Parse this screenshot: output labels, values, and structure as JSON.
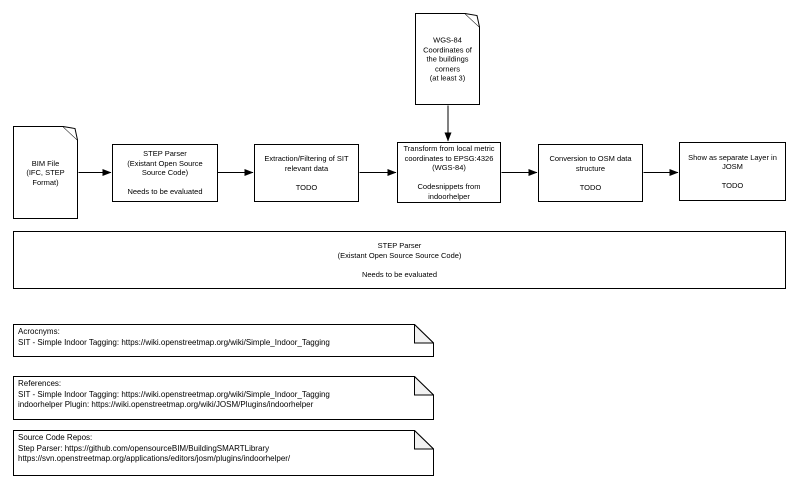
{
  "diagram": {
    "flow_nodes": {
      "bim_file": {
        "shape": "document",
        "text": "BIM File\n(IFC, STEP\nFormat)"
      },
      "step_parser": {
        "shape": "process",
        "text": "STEP Parser\n(Existant Open Source\nSource Code)\n\nNeeds to be evaluated"
      },
      "extraction": {
        "shape": "process",
        "text": "Extraction/Filtering of SIT\nrelevant data\n\nTODO"
      },
      "transform": {
        "shape": "process",
        "text": "Transform from local metric\ncoordinates to EPSG:4326\n(WGS-84)\n\nCodesnippets from\nindoorhelper"
      },
      "conversion": {
        "shape": "process",
        "text": "Conversion to OSM data\nstructure\n\nTODO"
      },
      "show_layer": {
        "shape": "process",
        "text": "Show as separate Layer in\nJOSM\n\nTODO"
      },
      "wgs84_input": {
        "shape": "document",
        "text": "WGS-84\nCoordinates of\nthe buildings\ncorners\n(at least 3)"
      }
    },
    "detail_box": {
      "text": "STEP Parser\n(Existant Open Source Source Code)\n\nNeeds to be evaluated"
    },
    "notes": {
      "acronyms": {
        "text": "Acrocnyms:\nSIT - Simple Indoor Tagging: https://wiki.openstreetmap.org/wiki/Simple_Indoor_Tagging"
      },
      "references": {
        "text": "References:\nSIT - Simple Indoor Tagging: https://wiki.openstreetmap.org/wiki/Simple_Indoor_Tagging\nindoorhelper Plugin: https://wiki.openstreetmap.org/wiki/JOSM/Plugins/indoorhelper"
      },
      "source_repos": {
        "text": "Source Code Repos:\nStep Parser: https://github.com/opensourceBIM/BuildingSMARTLibrary\nhttps://svn.openstreetmap.org/applications/editors/josm/plugins/indoorhelper/"
      }
    },
    "colors": {
      "stroke": "#000000",
      "fill": "#ffffff",
      "text": "#000000",
      "note_fold": "#f2f2f2"
    }
  }
}
